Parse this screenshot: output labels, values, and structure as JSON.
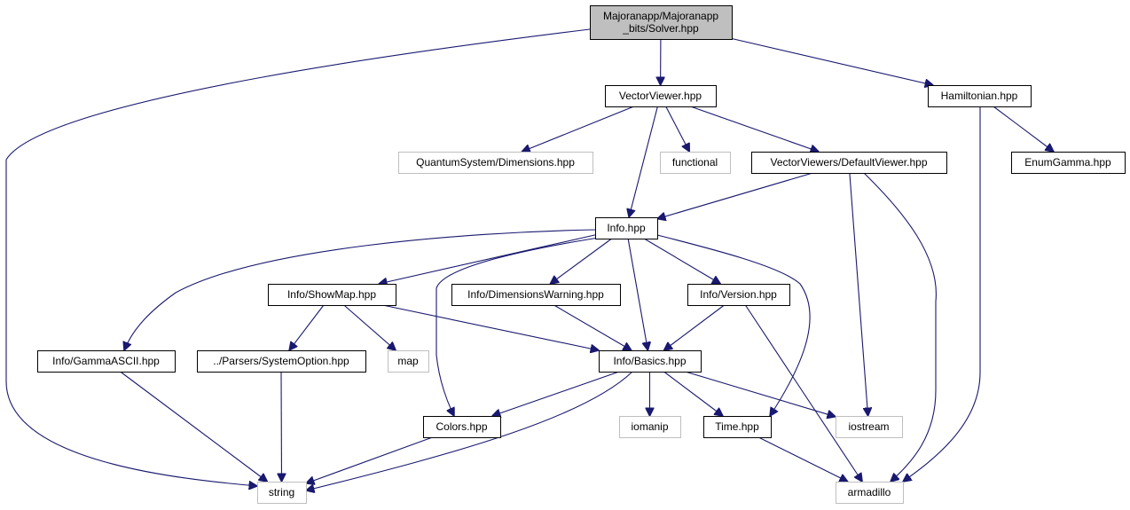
{
  "diagram": {
    "type": "include-dependency-graph",
    "colors": {
      "edge": "#191970",
      "root_fill": "#bfbfbf",
      "system_border": "#bfbfbf",
      "local_border": "#000000"
    },
    "nodes": [
      {
        "id": "solver",
        "lines": [
          "Majoranapp/Majoranapp",
          "_bits/Solver.hpp"
        ],
        "kind": "root"
      },
      {
        "id": "vectorviewer",
        "lines": [
          "VectorViewer.hpp"
        ],
        "kind": "local"
      },
      {
        "id": "hamiltonian",
        "lines": [
          "Hamiltonian.hpp"
        ],
        "kind": "local"
      },
      {
        "id": "dimensions",
        "lines": [
          "QuantumSystem/Dimensions.hpp"
        ],
        "kind": "system"
      },
      {
        "id": "functional",
        "lines": [
          "functional"
        ],
        "kind": "system"
      },
      {
        "id": "defaultviewer",
        "lines": [
          "VectorViewers/DefaultViewer.hpp"
        ],
        "kind": "local"
      },
      {
        "id": "enumgamma",
        "lines": [
          "EnumGamma.hpp"
        ],
        "kind": "local"
      },
      {
        "id": "info",
        "lines": [
          "Info.hpp"
        ],
        "kind": "local"
      },
      {
        "id": "showmap",
        "lines": [
          "Info/ShowMap.hpp"
        ],
        "kind": "local"
      },
      {
        "id": "dimwarning",
        "lines": [
          "Info/DimensionsWarning.hpp"
        ],
        "kind": "local"
      },
      {
        "id": "version",
        "lines": [
          "Info/Version.hpp"
        ],
        "kind": "local"
      },
      {
        "id": "gammaascii",
        "lines": [
          "Info/GammaASCII.hpp"
        ],
        "kind": "local"
      },
      {
        "id": "systemoption",
        "lines": [
          "../Parsers/SystemOption.hpp"
        ],
        "kind": "local"
      },
      {
        "id": "map",
        "lines": [
          "map"
        ],
        "kind": "system"
      },
      {
        "id": "basics",
        "lines": [
          "Info/Basics.hpp"
        ],
        "kind": "local"
      },
      {
        "id": "colors",
        "lines": [
          "Colors.hpp"
        ],
        "kind": "local"
      },
      {
        "id": "iomanip",
        "lines": [
          "iomanip"
        ],
        "kind": "system"
      },
      {
        "id": "time",
        "lines": [
          "Time.hpp"
        ],
        "kind": "local"
      },
      {
        "id": "iostream",
        "lines": [
          "iostream"
        ],
        "kind": "system"
      },
      {
        "id": "string",
        "lines": [
          "string"
        ],
        "kind": "system"
      },
      {
        "id": "armadillo",
        "lines": [
          "armadillo"
        ],
        "kind": "system"
      }
    ],
    "edges": [
      [
        "solver",
        "vectorviewer"
      ],
      [
        "solver",
        "hamiltonian"
      ],
      [
        "solver",
        "string"
      ],
      [
        "vectorviewer",
        "dimensions"
      ],
      [
        "vectorviewer",
        "functional"
      ],
      [
        "vectorviewer",
        "defaultviewer"
      ],
      [
        "vectorviewer",
        "info"
      ],
      [
        "hamiltonian",
        "enumgamma"
      ],
      [
        "hamiltonian",
        "armadillo"
      ],
      [
        "defaultviewer",
        "info"
      ],
      [
        "defaultviewer",
        "iostream"
      ],
      [
        "defaultviewer",
        "armadillo"
      ],
      [
        "info",
        "showmap"
      ],
      [
        "info",
        "dimwarning"
      ],
      [
        "info",
        "version"
      ],
      [
        "info",
        "gammaascii"
      ],
      [
        "info",
        "basics"
      ],
      [
        "info",
        "colors"
      ],
      [
        "info",
        "time"
      ],
      [
        "showmap",
        "systemoption"
      ],
      [
        "showmap",
        "map"
      ],
      [
        "showmap",
        "basics"
      ],
      [
        "dimwarning",
        "basics"
      ],
      [
        "version",
        "basics"
      ],
      [
        "version",
        "armadillo"
      ],
      [
        "gammaascii",
        "string"
      ],
      [
        "systemoption",
        "string"
      ],
      [
        "basics",
        "colors"
      ],
      [
        "basics",
        "iomanip"
      ],
      [
        "basics",
        "time"
      ],
      [
        "basics",
        "iostream"
      ],
      [
        "basics",
        "string"
      ],
      [
        "colors",
        "string"
      ],
      [
        "time",
        "armadillo"
      ]
    ]
  }
}
